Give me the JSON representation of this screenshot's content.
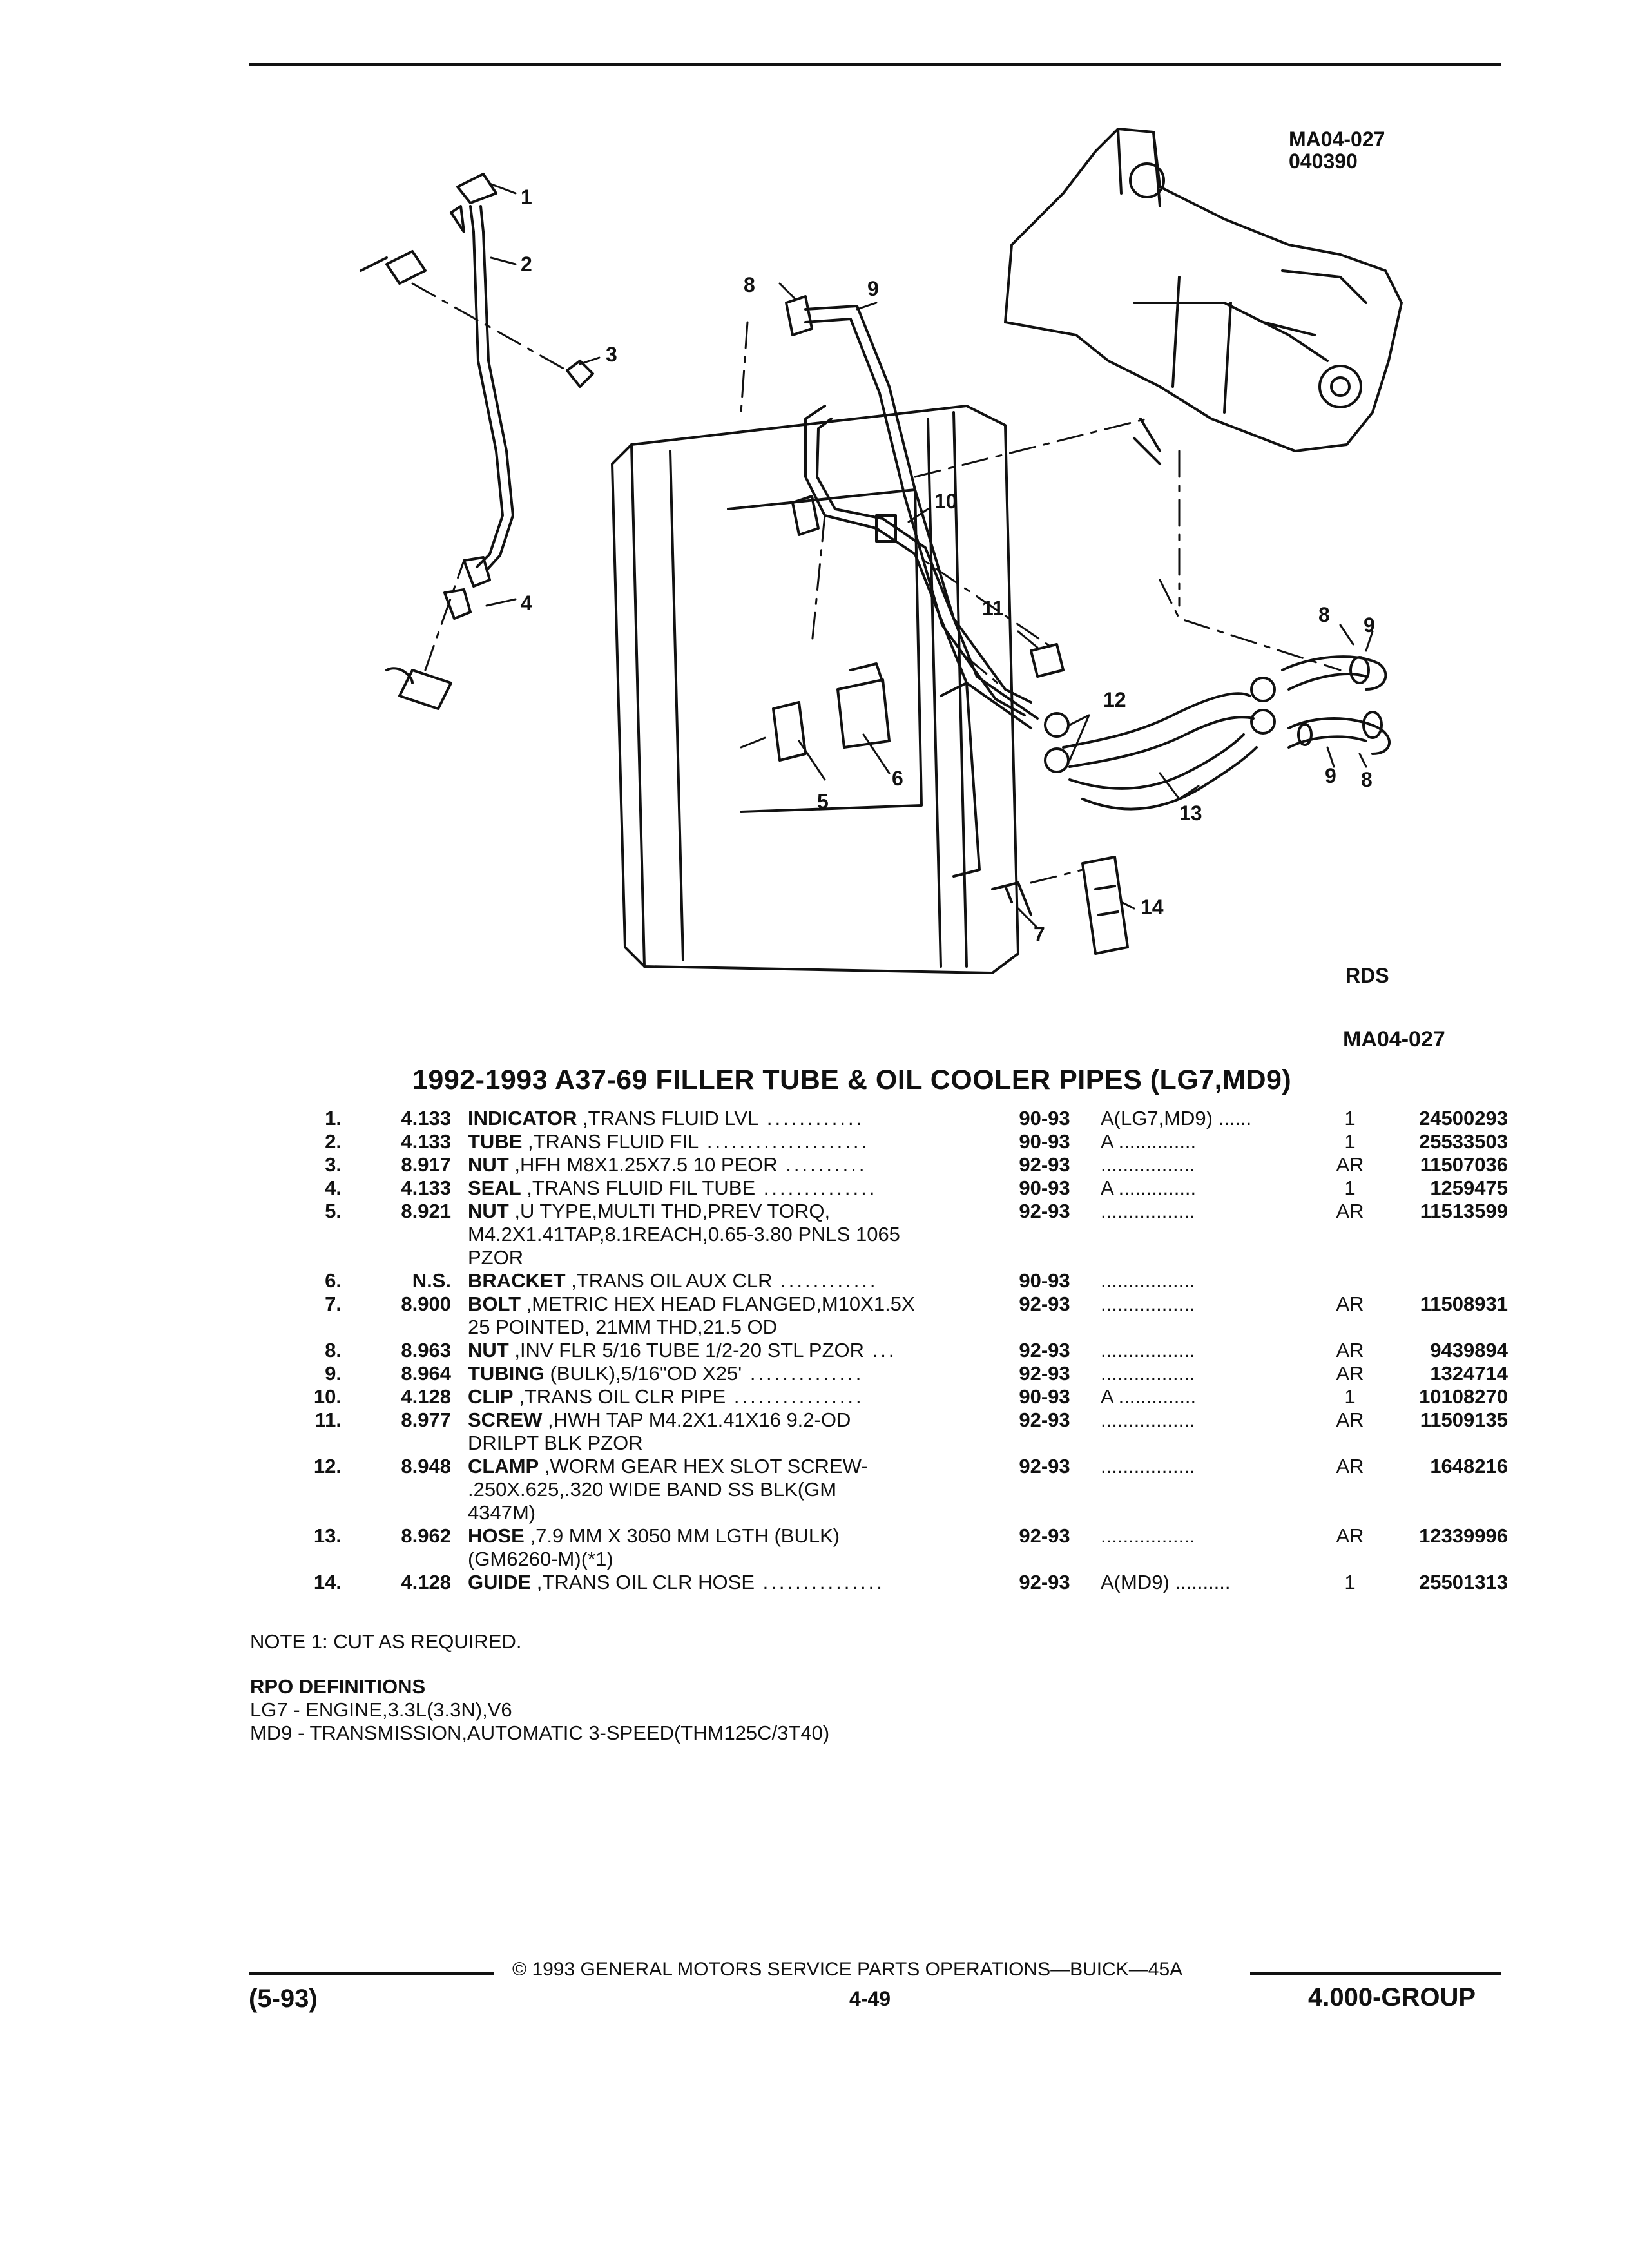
{
  "diagram": {
    "code_top": "MA04-027",
    "date_code": "040390",
    "rds": "RDS",
    "code_bottom": "MA04-027",
    "callouts": [
      {
        "id": "c1",
        "text": "1"
      },
      {
        "id": "c2",
        "text": "2"
      },
      {
        "id": "c3",
        "text": "3"
      },
      {
        "id": "c4",
        "text": "4"
      },
      {
        "id": "c5",
        "text": "5"
      },
      {
        "id": "c6",
        "text": "6"
      },
      {
        "id": "c7",
        "text": "7"
      },
      {
        "id": "c8a",
        "text": "8"
      },
      {
        "id": "c8b",
        "text": "8"
      },
      {
        "id": "c8c",
        "text": "8"
      },
      {
        "id": "c9a",
        "text": "9"
      },
      {
        "id": "c9b",
        "text": "9"
      },
      {
        "id": "c9c",
        "text": "9"
      },
      {
        "id": "c10",
        "text": "10"
      },
      {
        "id": "c11",
        "text": "11"
      },
      {
        "id": "c12",
        "text": "12"
      },
      {
        "id": "c13",
        "text": "13"
      },
      {
        "id": "c14",
        "text": "14"
      }
    ]
  },
  "title": "1992-1993 A37-69 FILLER TUBE & OIL COOLER PIPES (LG7,MD9)",
  "parts": [
    {
      "no": "1.",
      "fig": "4.133",
      "name": "INDICATOR",
      "desc": " ,TRANS FLUID LVL",
      "leader": " ............",
      "cont": [],
      "years": "90-93",
      "note": "A(LG7,MD9) ......",
      "qty": "1",
      "part": "24500293"
    },
    {
      "no": "2.",
      "fig": "4.133",
      "name": "TUBE",
      "desc": " ,TRANS FLUID FIL",
      "leader": " ....................",
      "cont": [],
      "years": "90-93",
      "note": "A ..............",
      "qty": "1",
      "part": "25533503"
    },
    {
      "no": "3.",
      "fig": "8.917",
      "name": "NUT",
      "desc": " ,HFH M8X1.25X7.5 10 PEOR",
      "leader": " ..........",
      "cont": [],
      "years": "92-93",
      "note": ".................",
      "qty": "AR",
      "part": "11507036"
    },
    {
      "no": "4.",
      "fig": "4.133",
      "name": "SEAL",
      "desc": " ,TRANS FLUID FIL TUBE",
      "leader": " ..............",
      "cont": [],
      "years": "90-93",
      "note": "A ..............",
      "qty": "1",
      "part": "1259475"
    },
    {
      "no": "5.",
      "fig": "8.921",
      "name": "NUT",
      "desc": " ,U TYPE,MULTI THD,PREV TORQ,",
      "leader": "",
      "cont": [
        "M4.2X1.41TAP,8.1REACH,0.65-3.80 PNLS 1065",
        "PZOR"
      ],
      "years": "92-93",
      "note": ".................",
      "qty": "AR",
      "part": "11513599"
    },
    {
      "no": "6.",
      "fig": "N.S.",
      "name": "BRACKET",
      "desc": " ,TRANS OIL AUX CLR",
      "leader": " ............",
      "cont": [],
      "years": "90-93",
      "note": ".................",
      "qty": "",
      "part": ""
    },
    {
      "no": "7.",
      "fig": "8.900",
      "name": "BOLT",
      "desc": " ,METRIC HEX HEAD FLANGED,M10X1.5X",
      "leader": "",
      "cont": [
        "25 POINTED, 21MM THD,21.5 OD"
      ],
      "years": "92-93",
      "note": ".................",
      "qty": "AR",
      "part": "11508931"
    },
    {
      "no": "8.",
      "fig": "8.963",
      "name": "NUT",
      "desc": " ,INV FLR 5/16 TUBE 1/2-20 STL PZOR",
      "leader": " ...",
      "cont": [],
      "years": "92-93",
      "note": ".................",
      "qty": "AR",
      "part": "9439894"
    },
    {
      "no": "9.",
      "fig": "8.964",
      "name": "TUBING",
      "desc": " (BULK),5/16\"OD X25'",
      "leader": " ..............",
      "cont": [],
      "years": "92-93",
      "note": ".................",
      "qty": "AR",
      "part": "1324714"
    },
    {
      "no": "10.",
      "fig": "4.128",
      "name": "CLIP",
      "desc": " ,TRANS OIL CLR PIPE",
      "leader": " ................",
      "cont": [],
      "years": "90-93",
      "note": "A ..............",
      "qty": "1",
      "part": "10108270"
    },
    {
      "no": "11.",
      "fig": "8.977",
      "name": "SCREW",
      "desc": " ,HWH TAP M4.2X1.41X16 9.2-OD",
      "leader": "",
      "cont": [
        "DRILPT BLK PZOR"
      ],
      "years": "92-93",
      "note": ".................",
      "qty": "AR",
      "part": "11509135"
    },
    {
      "no": "12.",
      "fig": "8.948",
      "name": "CLAMP",
      "desc": " ,WORM GEAR HEX SLOT SCREW-",
      "leader": "",
      "cont": [
        ".250X.625,.320 WIDE BAND SS BLK(GM",
        "4347M)"
      ],
      "years": "92-93",
      "note": ".................",
      "qty": "AR",
      "part": "1648216"
    },
    {
      "no": "13.",
      "fig": "8.962",
      "name": "HOSE",
      "desc": " ,7.9 MM X 3050 MM LGTH (BULK)",
      "leader": "",
      "cont": [
        "(GM6260-M)(*1)"
      ],
      "years": "92-93",
      "note": ".................",
      "qty": "AR",
      "part": "12339996"
    },
    {
      "no": "14.",
      "fig": "4.128",
      "name": "GUIDE",
      "desc": " ,TRANS OIL CLR HOSE",
      "leader": " ...............",
      "cont": [],
      "years": "92-93",
      "note": "A(MD9) ..........",
      "qty": "1",
      "part": "25501313"
    }
  ],
  "note_1": "NOTE  1:  CUT AS REQUIRED.",
  "rpo": {
    "heading": "RPO DEFINITIONS",
    "lines": [
      "LG7 - ENGINE,3.3L(3.3N),V6",
      "MD9 - TRANSMISSION,AUTOMATIC 3-SPEED(THM125C/3T40)"
    ]
  },
  "footer": {
    "copyright": "© 1993 GENERAL MOTORS SERVICE PARTS OPERATIONS—BUICK—45A",
    "date": "(5-93)",
    "page": "4-49",
    "group": "4.000-GROUP"
  }
}
